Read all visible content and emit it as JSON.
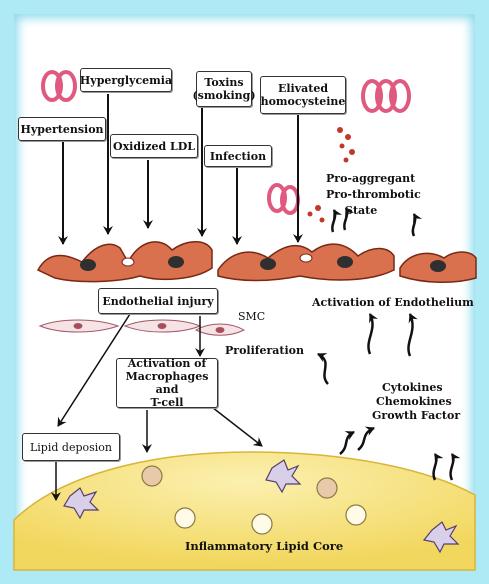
{
  "factors": {
    "hypertension": "Hypertension",
    "hyperglycemia": "Hyperglycemia",
    "oxidized_ldl": "Oxidized LDL",
    "toxins": "Toxins\n(smoking)",
    "infection": "Infection",
    "homocysteine": "Elivated\nhomocysteine"
  },
  "state": {
    "pro_aggregant": "Pro-aggregant",
    "pro_thrombotic": "Pro-thrombotic",
    "state_label": "State"
  },
  "boxes": {
    "endothelial_injury": "Endothelial injury",
    "activation_macrophages": "Activation of\nMacrophages and\nT-cell",
    "lipid_deposition": "Lipid deposion"
  },
  "labels": {
    "smc": "SMC",
    "proliferation": "Proliferation",
    "activation_endothelium": "Activation of Endothelium",
    "cytokines": "Cytokines",
    "chemokines": "Chemokines",
    "growth_factor": "Growth Factor",
    "lipid_core": "Inflammatory Lipid Core"
  },
  "colors": {
    "cell": "#d9714f",
    "cell_dark": "#8a2f1c",
    "rbc": "#e05a80",
    "core": "#f7e58a"
  }
}
